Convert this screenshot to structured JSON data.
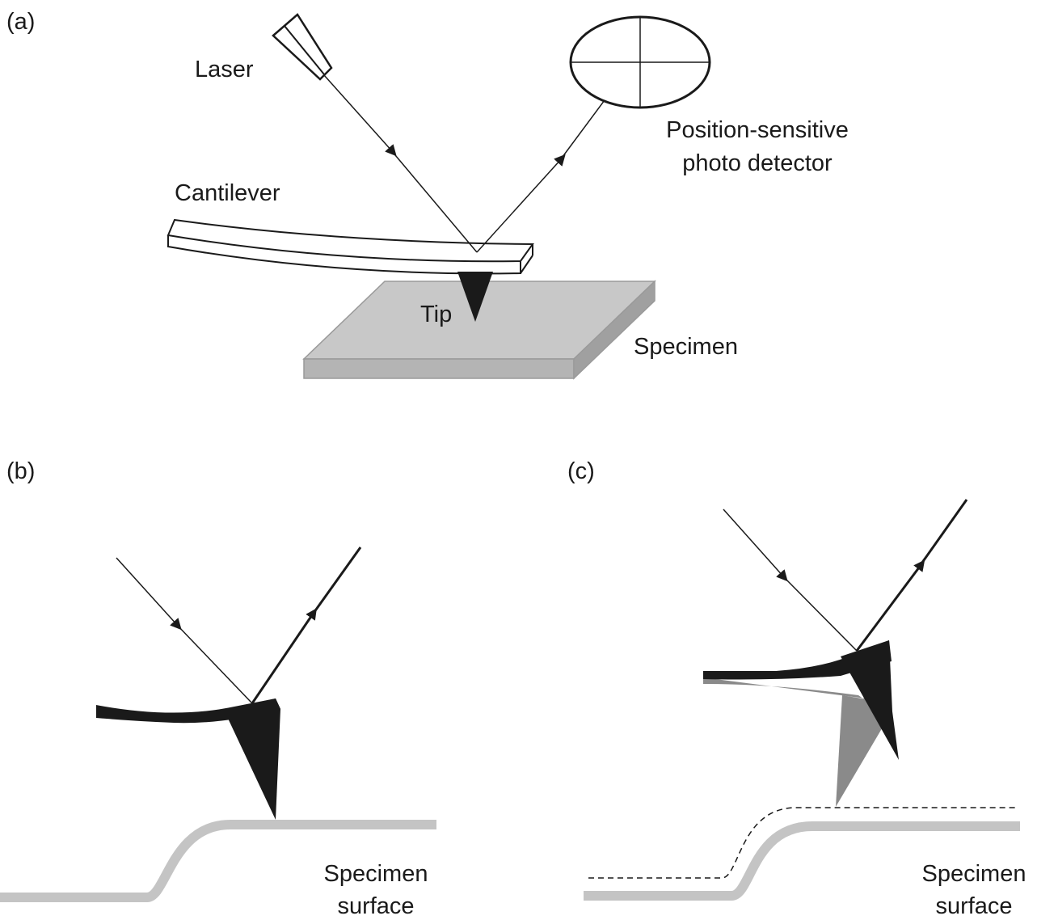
{
  "panels": {
    "a": {
      "tag": "(a)",
      "laser": "Laser",
      "detector_line1": "Position-sensitive",
      "detector_line2": "photo detector",
      "cantilever": "Cantilever",
      "tip": "Tip",
      "specimen": "Specimen"
    },
    "b": {
      "tag": "(b)",
      "surface_line1": "Specimen",
      "surface_line2": "surface"
    },
    "c": {
      "tag": "(c)",
      "surface_line1": "Specimen",
      "surface_line2": "surface"
    }
  },
  "colors": {
    "ink": "#1a1a1a",
    "specimen_top": "#c8c8c8",
    "specimen_side": "#a8a8a8",
    "surface": "#c4c4c4",
    "ghost": "#8a8a8a"
  }
}
